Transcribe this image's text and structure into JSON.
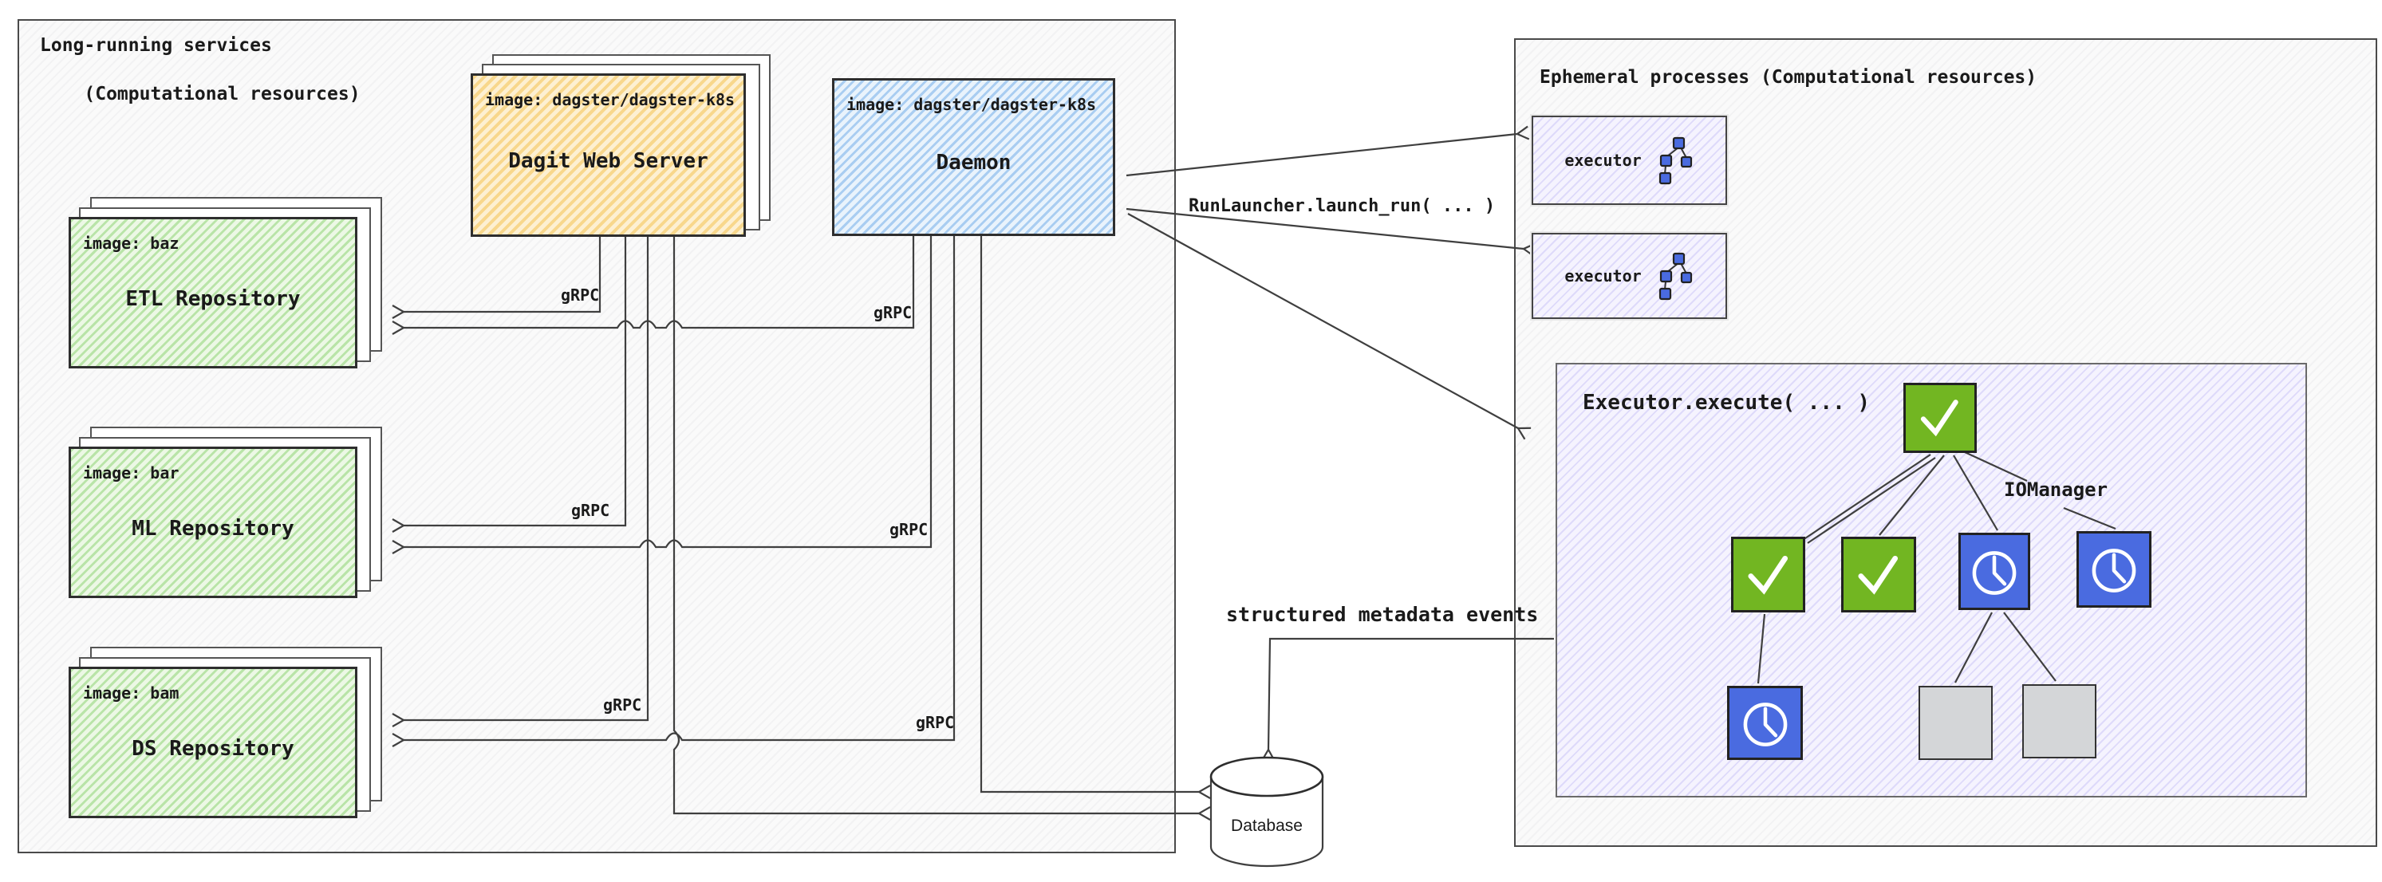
{
  "left_panel": {
    "title_line1": "Long-running services",
    "title_line2": "(Computational resources)"
  },
  "dagit": {
    "image_label": "image: dagster/dagster-k8s",
    "name": "Dagit Web Server"
  },
  "daemon": {
    "image_label": "image: dagster/dagster-k8s",
    "name": "Daemon"
  },
  "repos": [
    {
      "image_label": "image: baz",
      "name": "ETL Repository"
    },
    {
      "image_label": "image: bar",
      "name": "ML Repository"
    },
    {
      "image_label": "image: bam",
      "name": "DS Repository"
    }
  ],
  "edges": {
    "grpc_label": "gRPC",
    "run_launcher_label": "RunLauncher.launch_run( ... )",
    "metadata_label": "structured metadata events"
  },
  "database": {
    "name": "Database"
  },
  "right_panel": {
    "title": "Ephemeral processes (Computational resources)",
    "executor_label": "executor",
    "execute_title": "Executor.execute( ... )",
    "iomanager_label": "IOManager"
  },
  "execute_tree": {
    "description": "op execution DAG shown inside Executor.execute box",
    "nodes": [
      {
        "id": "n0",
        "row": 1,
        "status": "success",
        "icon": "check-icon"
      },
      {
        "id": "n1",
        "row": 2,
        "status": "success",
        "icon": "check-icon"
      },
      {
        "id": "n2",
        "row": 2,
        "status": "success",
        "icon": "check-icon"
      },
      {
        "id": "n3",
        "row": 2,
        "status": "in-progress",
        "icon": "clock-icon"
      },
      {
        "id": "n4",
        "row": 2,
        "status": "in-progress",
        "icon": "clock-icon",
        "edge_label": "IOManager"
      },
      {
        "id": "n5",
        "row": 3,
        "status": "in-progress",
        "icon": "clock-icon"
      },
      {
        "id": "n6",
        "row": 3,
        "status": "pending",
        "icon": "blank"
      },
      {
        "id": "n7",
        "row": 3,
        "status": "pending",
        "icon": "blank"
      }
    ],
    "links": [
      [
        "n0",
        "n1"
      ],
      [
        "n0",
        "n2"
      ],
      [
        "n0",
        "n3"
      ],
      [
        "n0",
        "n4"
      ],
      [
        "n1",
        "n5"
      ],
      [
        "n3",
        "n6"
      ],
      [
        "n3",
        "n7"
      ]
    ]
  },
  "icons": {
    "check": "check-icon",
    "clock": "clock-icon",
    "mini_dag": "dag-icon",
    "database": "database-cylinder"
  },
  "colors": {
    "node_green": "#72b622",
    "node_blue": "#4a6be0",
    "node_gray": "#d4d6d8",
    "dagit_orange": "#f8d78c",
    "daemon_blue": "#a9cdf1",
    "repo_green": "#b9e4a8",
    "executor_lavender": "#dedafa",
    "line": "#3f3f3f"
  }
}
